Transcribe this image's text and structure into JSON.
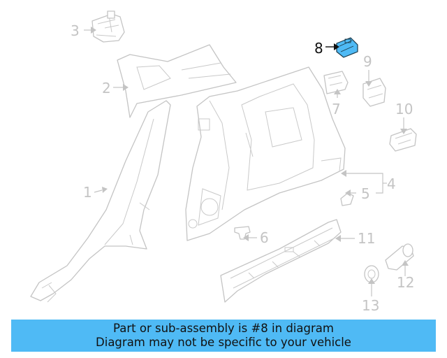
{
  "callouts": [
    {
      "id": 1,
      "label": "1"
    },
    {
      "id": 2,
      "label": "2"
    },
    {
      "id": 3,
      "label": "3"
    },
    {
      "id": 4,
      "label": "4"
    },
    {
      "id": 5,
      "label": "5"
    },
    {
      "id": 6,
      "label": "6"
    },
    {
      "id": 7,
      "label": "7"
    },
    {
      "id": 8,
      "label": "8",
      "highlighted": true
    },
    {
      "id": 9,
      "label": "9"
    },
    {
      "id": 10,
      "label": "10"
    },
    {
      "id": 11,
      "label": "11"
    },
    {
      "id": 12,
      "label": "12"
    },
    {
      "id": 13,
      "label": "13"
    }
  ],
  "colors": {
    "highlight_part": "#4fbaf5",
    "banner_bg": "#4fbaf5",
    "line_art": "#c4c4c4",
    "highlight_label": "#111111"
  },
  "banner": {
    "line1": "Part or sub-assembly is #8 in diagram",
    "line2": "Diagram may not be specific to your vehicle"
  }
}
